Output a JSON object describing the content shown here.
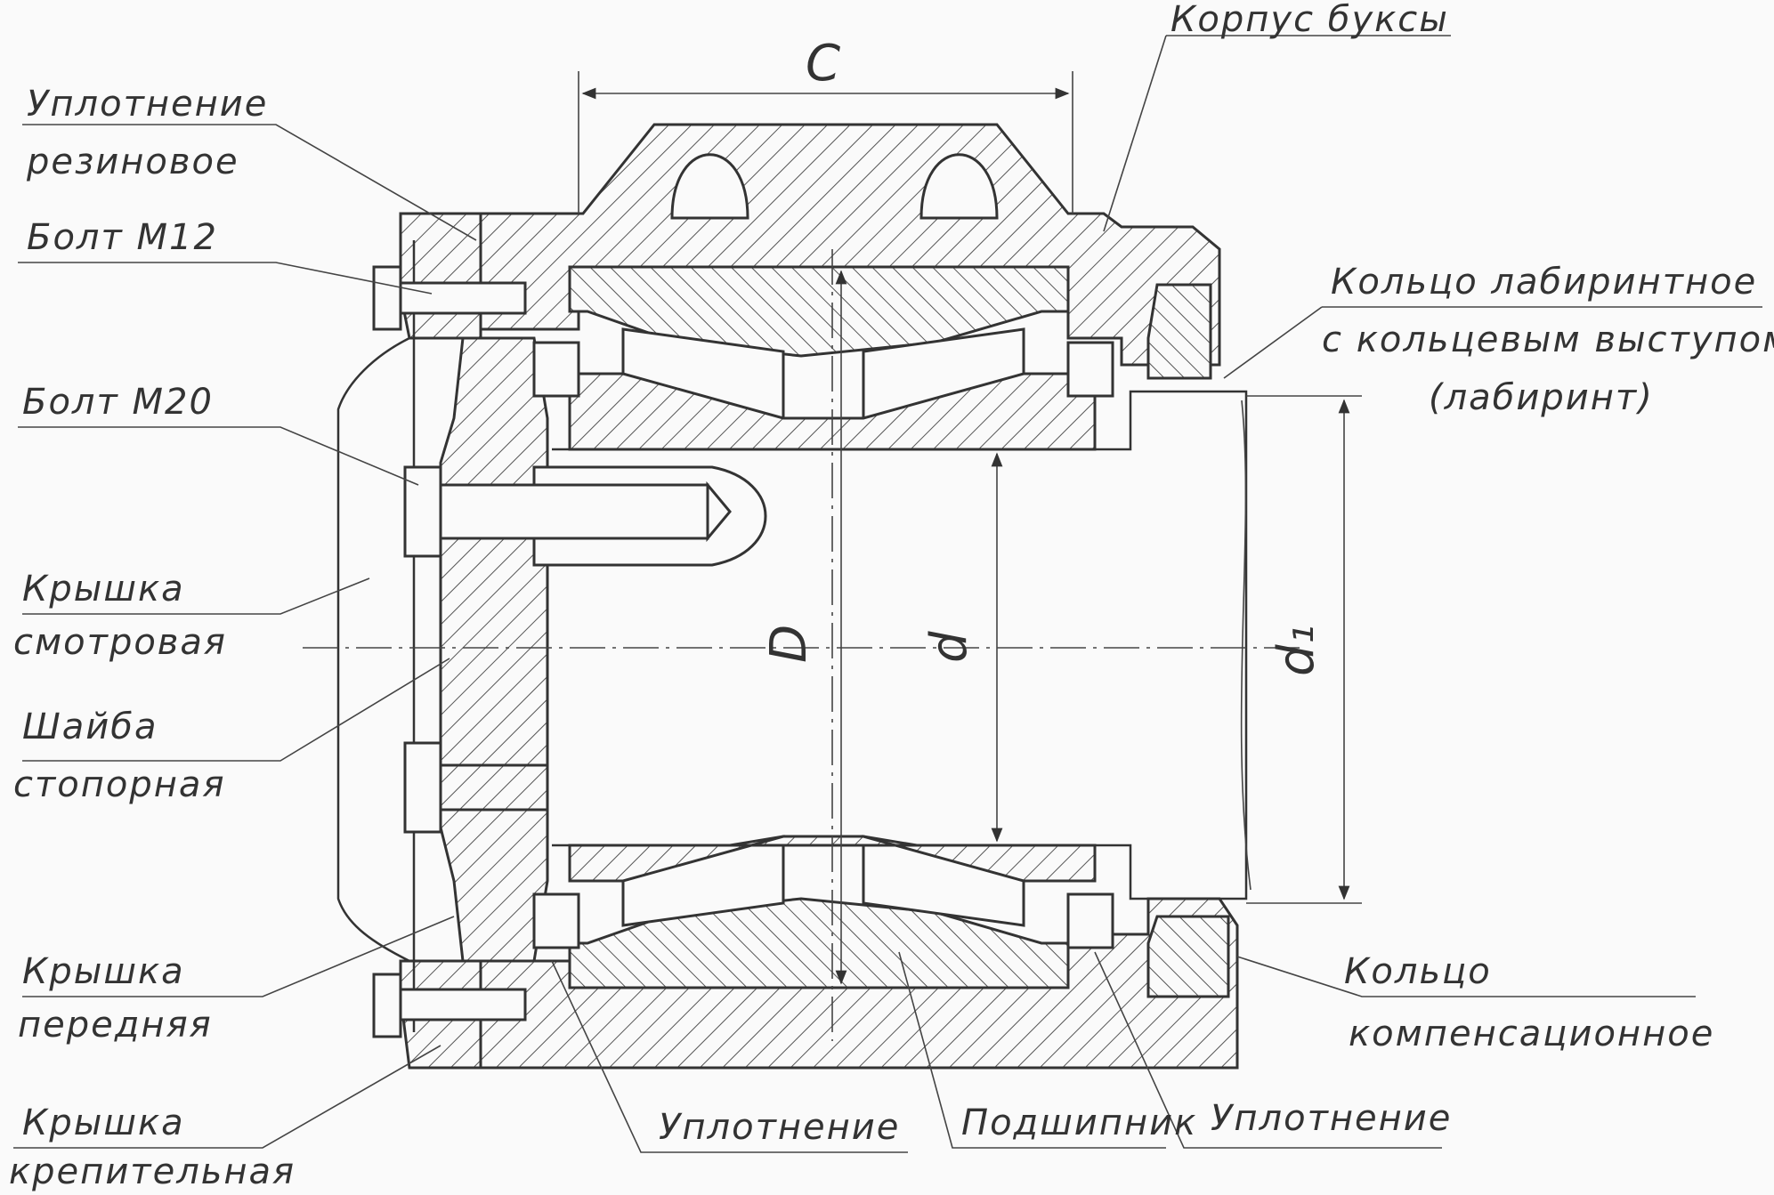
{
  "labels": {
    "seal_rubber_1": "Уплотнение",
    "seal_rubber_2": "резиновое",
    "bolt_m12": "Болт М12",
    "bolt_m20": "Болт М20",
    "cover_inspection_1": "Крышка",
    "cover_inspection_2": "смотровая",
    "washer_lock_1": "Шайба",
    "washer_lock_2": "стопорная",
    "cover_front_1": "Крышка",
    "cover_front_2": "передняя",
    "cover_fastening_1": "Крышка",
    "cover_fastening_2": "крепительная",
    "axlebox_housing": "Корпус буксы",
    "labyrinth_ring_1": "Кольцо лабиринтное",
    "labyrinth_ring_2": "с кольцевым выступом",
    "labyrinth_ring_3": "(лабиринт)",
    "compensation_ring_1": "Кольцо",
    "compensation_ring_2": "компенсационное",
    "seal_left": "Уплотнение",
    "bearing": "Подшипник",
    "seal_right": "Уплотнение"
  },
  "dimensions": {
    "width": "C",
    "outer_diameter": "D",
    "bore_diameter": "d",
    "journal_diameter": "d₁"
  }
}
